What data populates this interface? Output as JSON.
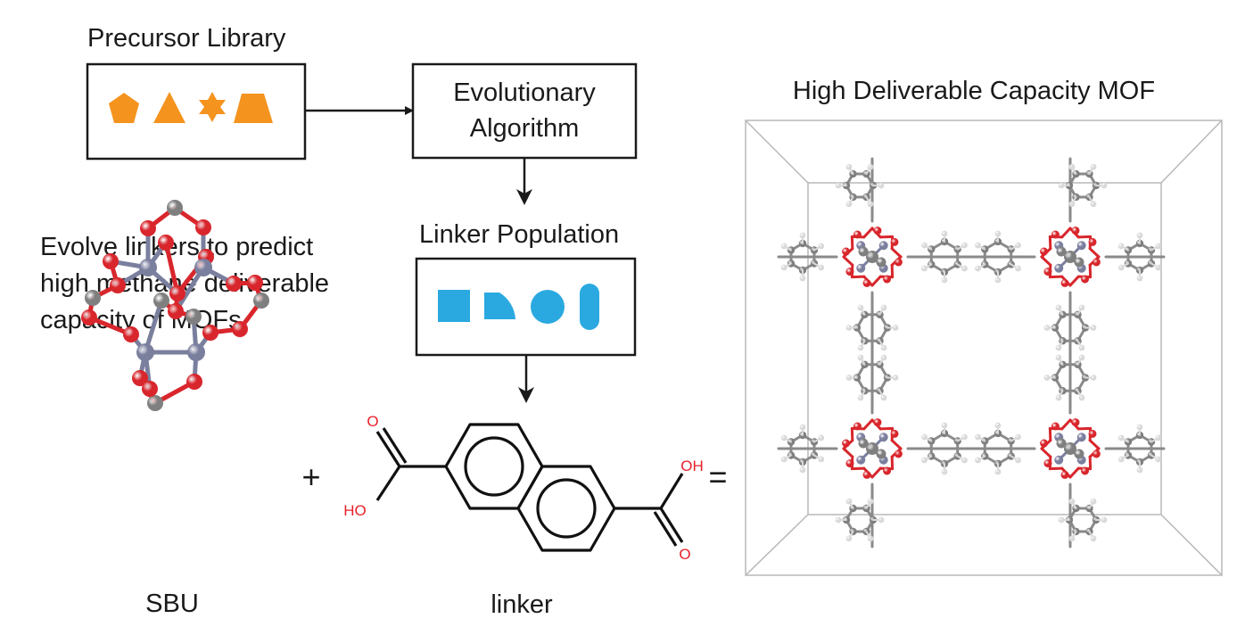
{
  "precursor_library": {
    "title": "Precursor Library",
    "shapes": [
      "pentagon",
      "triangle",
      "star",
      "trapezoid"
    ],
    "shape_color": "#f4931e"
  },
  "evolutionary_algorithm": {
    "line1": "Evolutionary",
    "line2": "Algorithm"
  },
  "linker_population": {
    "title": "Linker Population",
    "shapes": [
      "square",
      "quarter-sector",
      "circle",
      "pill"
    ],
    "shape_color": "#2aa9e0"
  },
  "description": {
    "line1": "Evolve linkers to predict",
    "line2": "high methane deliverable",
    "line3": "capacity of MOFs"
  },
  "sbu": {
    "label": "SBU"
  },
  "linker": {
    "label": "linker",
    "atom_labels": {
      "o_top": "O",
      "ho": "HO",
      "oh": "OH",
      "o_bottom": "O"
    }
  },
  "operators": {
    "plus": "+",
    "equals": "="
  },
  "mof": {
    "title": "High Deliverable Capacity MOF"
  },
  "colors": {
    "oxygen": "#d8262c",
    "metal": "#7b7f9e",
    "carbon": "#7f7f7f",
    "hydrogen": "#d9d9d9",
    "bond": "#8a8a8a",
    "orange": "#f4931e",
    "blue": "#2aa9e0"
  }
}
